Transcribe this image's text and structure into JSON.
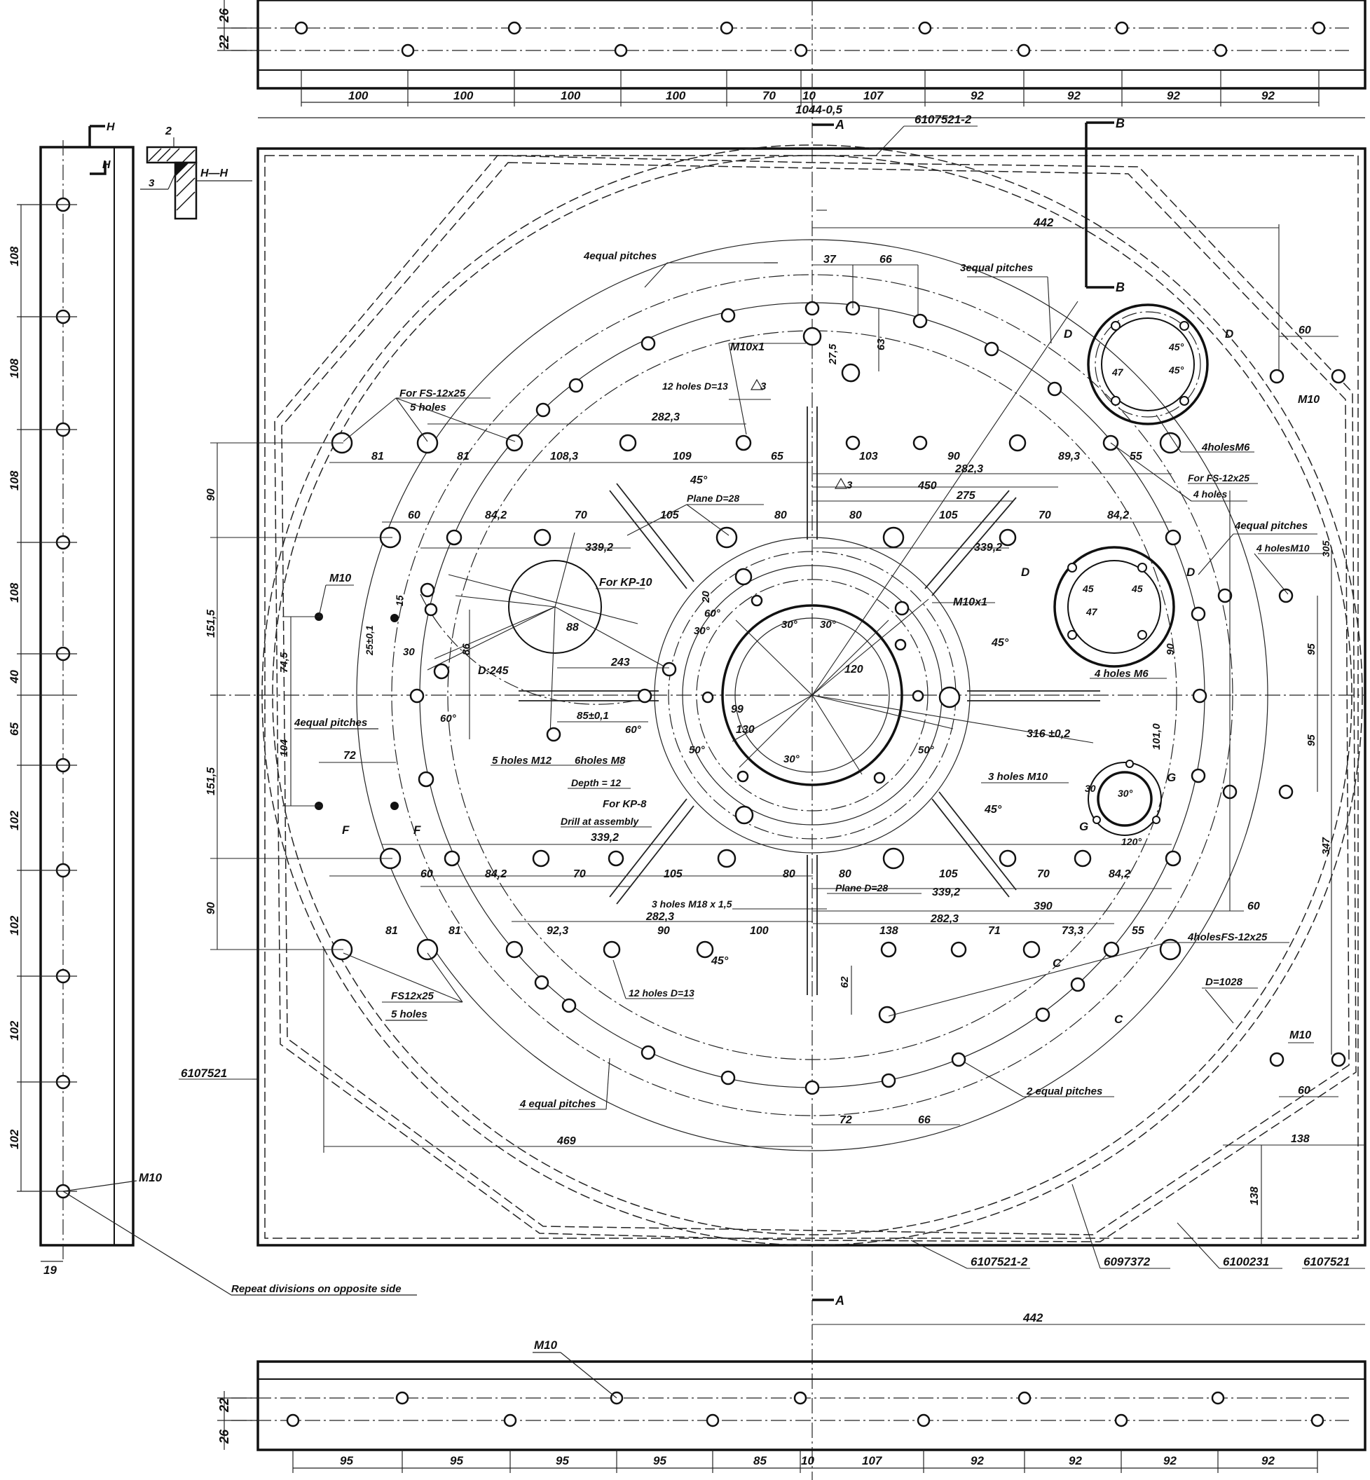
{
  "top_strip": {
    "dims": [
      "22",
      "26"
    ],
    "pitches": [
      "100",
      "100",
      "100",
      "100",
      "70",
      "10",
      "107",
      "92",
      "92",
      "92",
      "92"
    ],
    "overall": "1044-0,5"
  },
  "bottom_strip": {
    "dims": [
      "22",
      "26"
    ],
    "pitches": [
      "95",
      "95",
      "95",
      "95",
      "85",
      "10",
      "107",
      "92",
      "92",
      "92",
      "92"
    ],
    "m10": "M10"
  },
  "left_strip": {
    "pitches": [
      "108",
      "108",
      "108",
      "108",
      "40",
      "65",
      "102",
      "102",
      "102",
      "102"
    ],
    "width": "19",
    "m10": "M10"
  },
  "weld_detail": {
    "gap": "2",
    "weld": "3",
    "h": "H",
    "hh": "H—H"
  },
  "section_marks": {
    "a": "A",
    "b": "B",
    "c": "C",
    "d": "D",
    "f": "F",
    "g": "G"
  },
  "part_numbers": {
    "top_right": "6107521-2",
    "left": "6107521",
    "bottom_1": "6107521-2",
    "bottom_2": "6097372",
    "bottom_3": "6100231",
    "bottom_4": "6107521"
  },
  "notes": {
    "eq4_top": "4equal pitches",
    "eq3_top": "3equal pitches",
    "m10x1_top": "M10x1",
    "holes12_top": "12 holes D=13",
    "weld3_top": "3",
    "for_fs_top_left": "For FS-12x25",
    "holes5_top_left": "5 holes",
    "holes4m6_top": "4holesM6",
    "for_fs_right": "For FS-12x25",
    "holes4_right": "4 holes",
    "eq4_right": "4equal pitches",
    "holes4m10_right": "4 holesM10",
    "m10_right": "M10",
    "plane_top": "Plane D=28",
    "weld3_mid": "3",
    "m10_left": "M10",
    "for_kp10": "For KP-10",
    "d245": "D:245",
    "m10x1_mid": "M10x1",
    "holes4m6_mid": "4 holes M6",
    "eq4_left": "4equal pitches",
    "holes5m12": "5 holes M12",
    "holes6m8": "6holes M8",
    "depth12": "Depth = 12",
    "for_kp8": "For KP-8",
    "drill": "Drill at assembly",
    "holes3m10": "3 holes M10",
    "holes3m18": "3 holes M18 x 1,5",
    "plane_bot": "Plane D=28",
    "holes12_bot": "12 holes D=13",
    "fs_bot_left": "FS12x25",
    "holes5_bot_left": "5 holes",
    "fs_bot_right": "4holesFS-12x25",
    "d1028": "D=1028",
    "m10_br": "M10",
    "eq4_bot": "4 equal pitches",
    "eq2_bot": "2 equal pitches",
    "repeat": "Repeat divisions on opposite side"
  },
  "dims": {
    "d442_top": "442",
    "d60_r": "60",
    "d37": "37",
    "d66_top": "66",
    "d27_5": "27,5",
    "d63": "63",
    "d282_3_a": "282,3",
    "d81_a": "81",
    "d81_b": "81",
    "d108_3": "108,3",
    "d109": "109",
    "d65": "65",
    "d103": "103",
    "d90_a": "90",
    "d89_3": "89,3",
    "d55_a": "55",
    "d282_3_b": "282,3",
    "d45_deg": "45°",
    "d450": "450",
    "d275": "275",
    "d60_l": "60",
    "d84_2_a": "84,2",
    "d70_a": "70",
    "d105_a": "105",
    "d80_a": "80",
    "d80_b": "80",
    "d105_b": "105",
    "d70_b": "70",
    "d84_2_b": "84,2",
    "d339_2_a": "339,2",
    "d339_2_b": "339,2",
    "d90_v": "90",
    "d151_5_a": "151,5",
    "d151_5_b": "151,5",
    "d90_v2": "90",
    "d74_5": "74,5",
    "d25": "25±0,1",
    "d15": "15",
    "d30_l": "30",
    "d86": "86",
    "d88": "88",
    "d20": "20",
    "d60deg_a": "60°",
    "d30deg_a": "30°",
    "d30deg_b": "30°",
    "d30deg_c": "30°",
    "d243": "243",
    "d120": "120",
    "d45deg_r": "45°",
    "d45_a": "45°",
    "d47_a": "47",
    "d45_b": "45°",
    "d47_b": "47",
    "d45_c": "45",
    "d45_d": "45",
    "d47_c": "47",
    "d90_r": "90",
    "d60deg_b": "60°",
    "d85": "85±0,1",
    "d60deg_c": "60°",
    "d99": "99",
    "d130": "130",
    "d316": "316 ±0,2",
    "d104": "104",
    "d72_l": "72",
    "d50_a": "50°",
    "d30deg_d": "30°",
    "d50_b": "50°",
    "d101": "101,0",
    "d30_g": "30",
    "d30_gg": "30°",
    "d120_g": "120°",
    "d45deg_b": "45°",
    "d95_a": "95",
    "d95_b": "95",
    "d305": "305",
    "d347": "347",
    "d339_2_c": "339,2",
    "d60_b": "60",
    "d84_2_c": "84,2",
    "d70_c": "70",
    "d105_c": "105",
    "d80_c": "80",
    "d80_d": "80",
    "d105_d": "105",
    "d70_d": "70",
    "d84_2_d": "84,2",
    "d339_2_d": "339,2",
    "d282_3_c": "282,3",
    "d90_b": "90",
    "d100": "100",
    "d92_3": "92,3",
    "d81_c": "81",
    "d81_d": "81",
    "d390": "390",
    "d60_c": "60",
    "d282_3_d": "282,3",
    "d138_a": "138",
    "d71": "71",
    "d73_3": "73,3",
    "d55_b": "55",
    "d45deg_c": "45°",
    "d62": "62",
    "d72_b": "72",
    "d66_b": "66",
    "d60_br": "60",
    "d138_b": "138",
    "d138_c": "138",
    "d469": "469",
    "d442_bot": "442"
  }
}
